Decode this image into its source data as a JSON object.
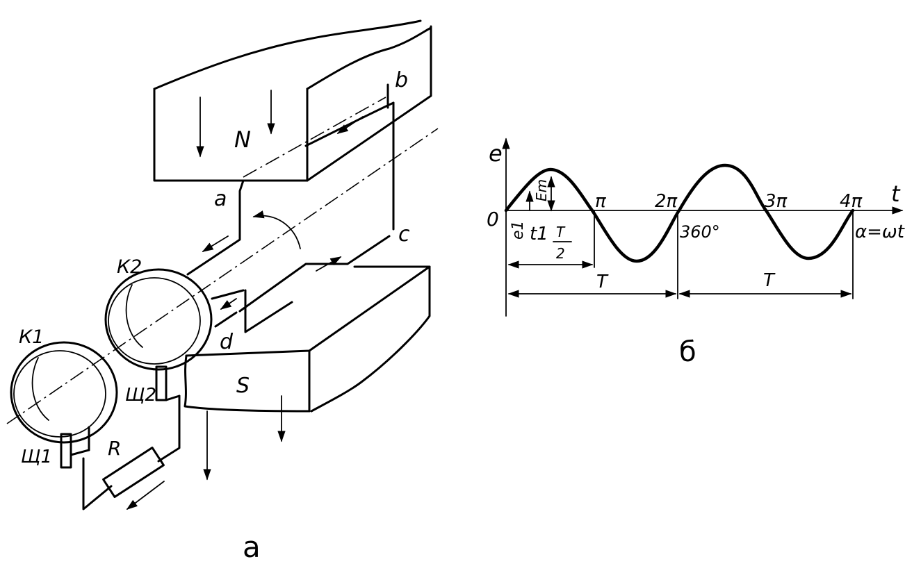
{
  "figure_a": {
    "caption": "а",
    "pole_north": "N",
    "pole_south": "S",
    "point_a": "a",
    "point_b": "b",
    "point_c": "c",
    "point_d": "d",
    "ring_1": "К1",
    "ring_2": "К2",
    "brush_1": "Щ1",
    "brush_2": "Щ2",
    "resistor": "R"
  },
  "figure_b": {
    "caption": "б",
    "y_axis_label": "e",
    "x_axis_label": "t",
    "x_axis_label_angle": "α=ωt",
    "origin": "0",
    "tick_pi": "π",
    "tick_2pi": "2π",
    "tick_3pi": "3π",
    "tick_4pi": "4π",
    "degrees_360": "360°",
    "amplitude": "Em",
    "instant_value": "e1",
    "instant_time": "t1",
    "half_period_num": "T",
    "half_period_den": "2",
    "period_1": "T",
    "period_2": "T"
  }
}
